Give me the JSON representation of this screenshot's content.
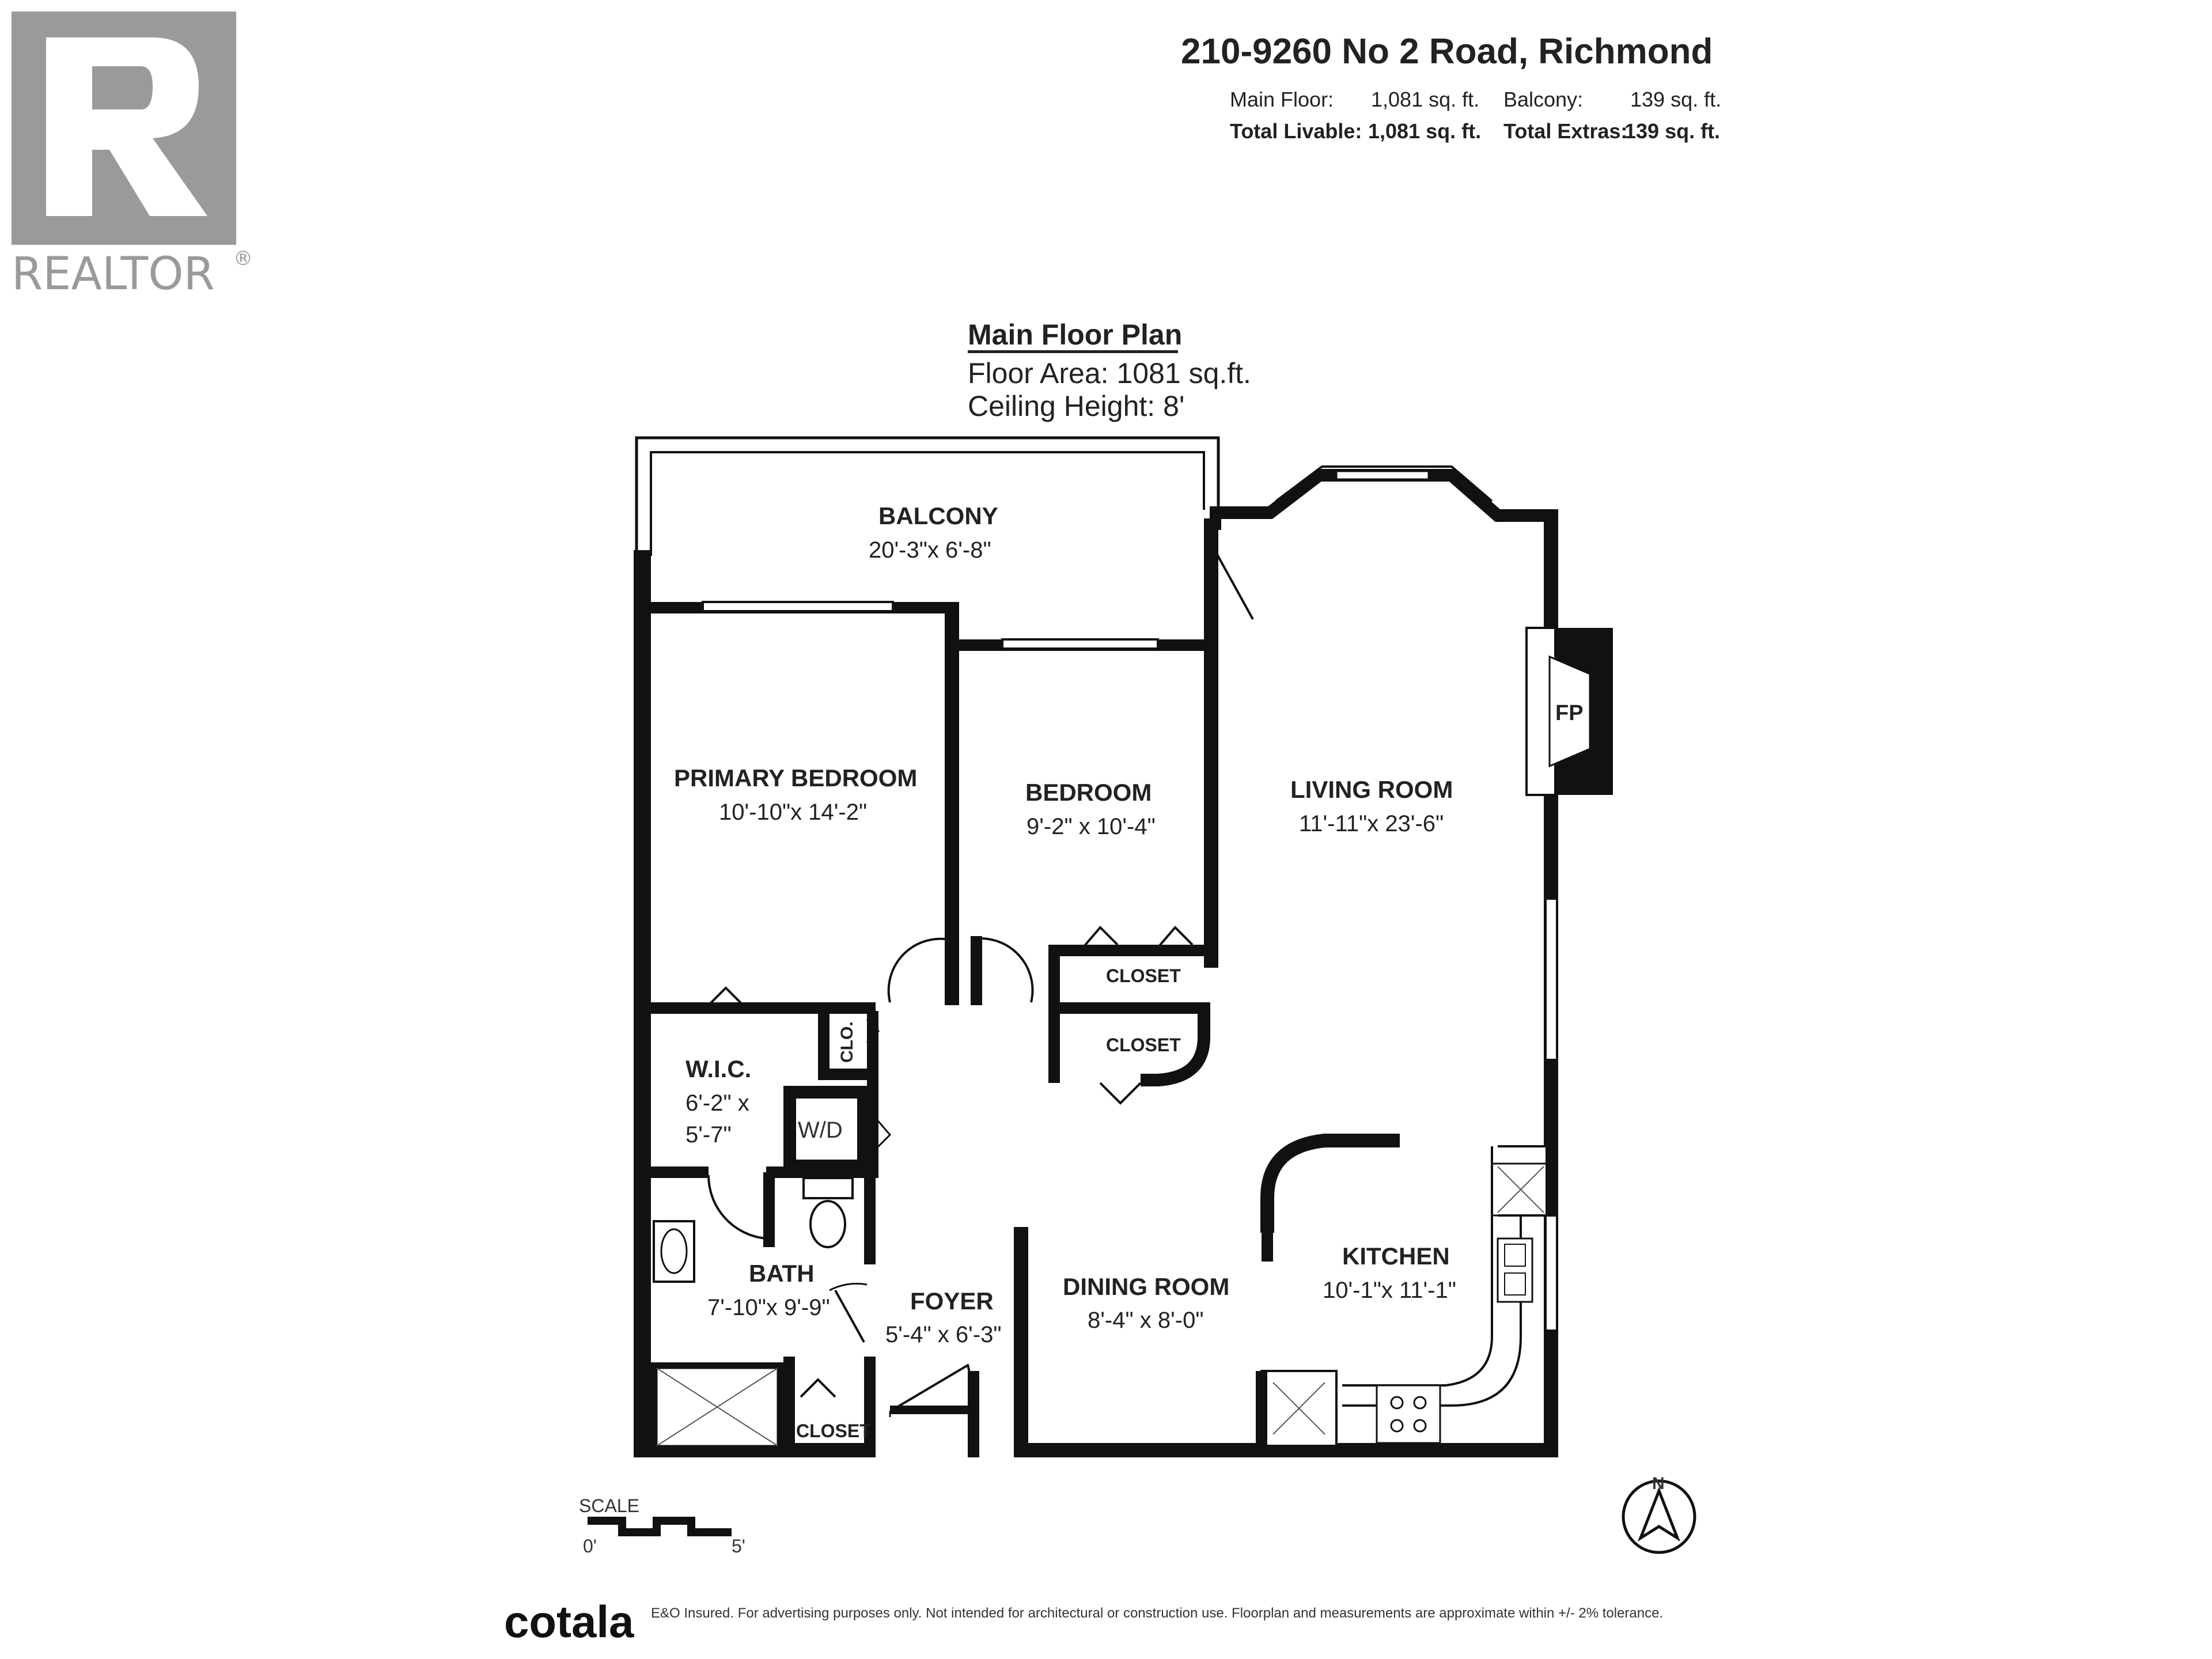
{
  "brand": {
    "logo_letter": "R",
    "logo_text": "REALTOR",
    "logo_mark": "®"
  },
  "header": {
    "address": "210-9260 No 2 Road, Richmond",
    "main_floor_label": "Main Floor:",
    "main_floor_value": "1,081 sq. ft.",
    "balcony_label": "Balcony:",
    "balcony_value": "139 sq. ft.",
    "total_livable_label": "Total Livable:",
    "total_livable_value": "1,081 sq. ft.",
    "total_extras_label": "Total Extras:",
    "total_extras_value": "139 sq. ft."
  },
  "plan_info": {
    "title": "Main Floor Plan",
    "floor_area": "Floor Area: 1081 sq.ft.",
    "ceiling_height": "Ceiling Height: 8'"
  },
  "rooms": {
    "balcony": {
      "name": "BALCONY",
      "dims": "20'-3\"x  6'-8\""
    },
    "primary_bedroom": {
      "name": "PRIMARY BEDROOM",
      "dims": "10'-10\"x 14'-2\""
    },
    "bedroom": {
      "name": "BEDROOM",
      "dims": "9'-2\" x 10'-4\""
    },
    "living_room": {
      "name": "LIVING ROOM",
      "dims": "11'-11\"x 23'-6\""
    },
    "closet_1": {
      "name": "CLOSET"
    },
    "closet_2": {
      "name": "CLOSET"
    },
    "clo": {
      "name": "CLO."
    },
    "wic": {
      "name": "W.I.C.",
      "dims_line1": "6'-2\" x",
      "dims_line2": "5'-7\""
    },
    "wd": {
      "name": "W/D"
    },
    "bath": {
      "name": "BATH",
      "dims": "7'-10\"x  9'-9\""
    },
    "foyer": {
      "name": "FOYER",
      "dims": "5'-4\" x  6'-3\""
    },
    "dining_room": {
      "name": "DINING ROOM",
      "dims": "8'-4\" x  8'-0\""
    },
    "kitchen": {
      "name": "KITCHEN",
      "dims": "10'-1\"x 11'-1\""
    },
    "closet_3": {
      "name": "CLOSET"
    },
    "fireplace": {
      "name": "FP"
    }
  },
  "scale": {
    "label": "SCALE",
    "start": "0'",
    "end": "5'"
  },
  "compass": {
    "label": "N"
  },
  "footer": {
    "brand": "cotala",
    "disclaimer": "E&O Insured. For advertising purposes only. Not intended for architectural or construction use. Floorplan and measurements are approximate within +/- 2% tolerance."
  }
}
